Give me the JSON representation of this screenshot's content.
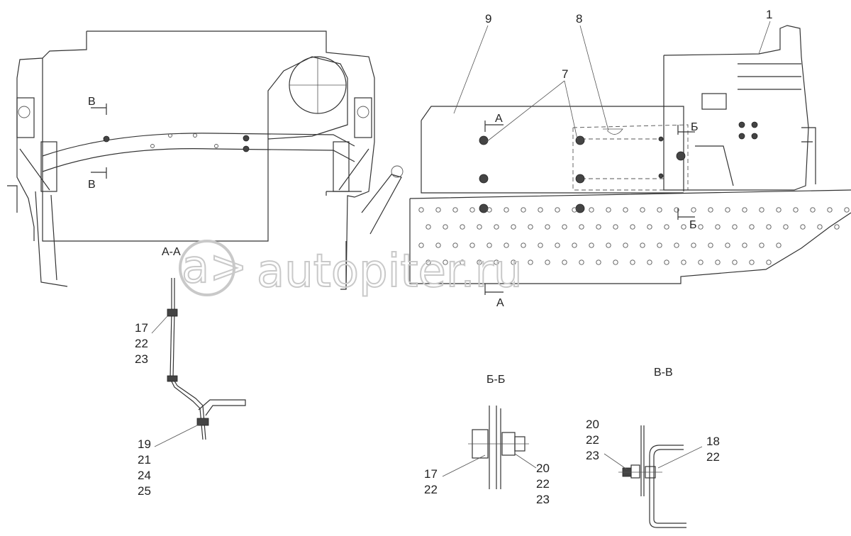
{
  "watermark": "autopiter.ru",
  "sections": {
    "aa_top": "А-А",
    "aa_bottom": "А",
    "aa_upper_mark": "А",
    "bb": "Б-Б",
    "bb_upper_mark": "Б",
    "bb_lower_mark": "Б",
    "vv": "В-В",
    "v_upper_mark": "В",
    "v_lower_mark": "В"
  },
  "callouts": {
    "top_main": [
      "9",
      "8",
      "7",
      "1"
    ],
    "aa_upper": [
      "17",
      "22",
      "23"
    ],
    "aa_lower": [
      "19",
      "21",
      "24",
      "25"
    ],
    "bb_left": [
      "17",
      "22"
    ],
    "bb_right": [
      "20",
      "22",
      "23"
    ],
    "vv_left": [
      "20",
      "22",
      "23"
    ],
    "vv_right": [
      "18",
      "22"
    ]
  }
}
